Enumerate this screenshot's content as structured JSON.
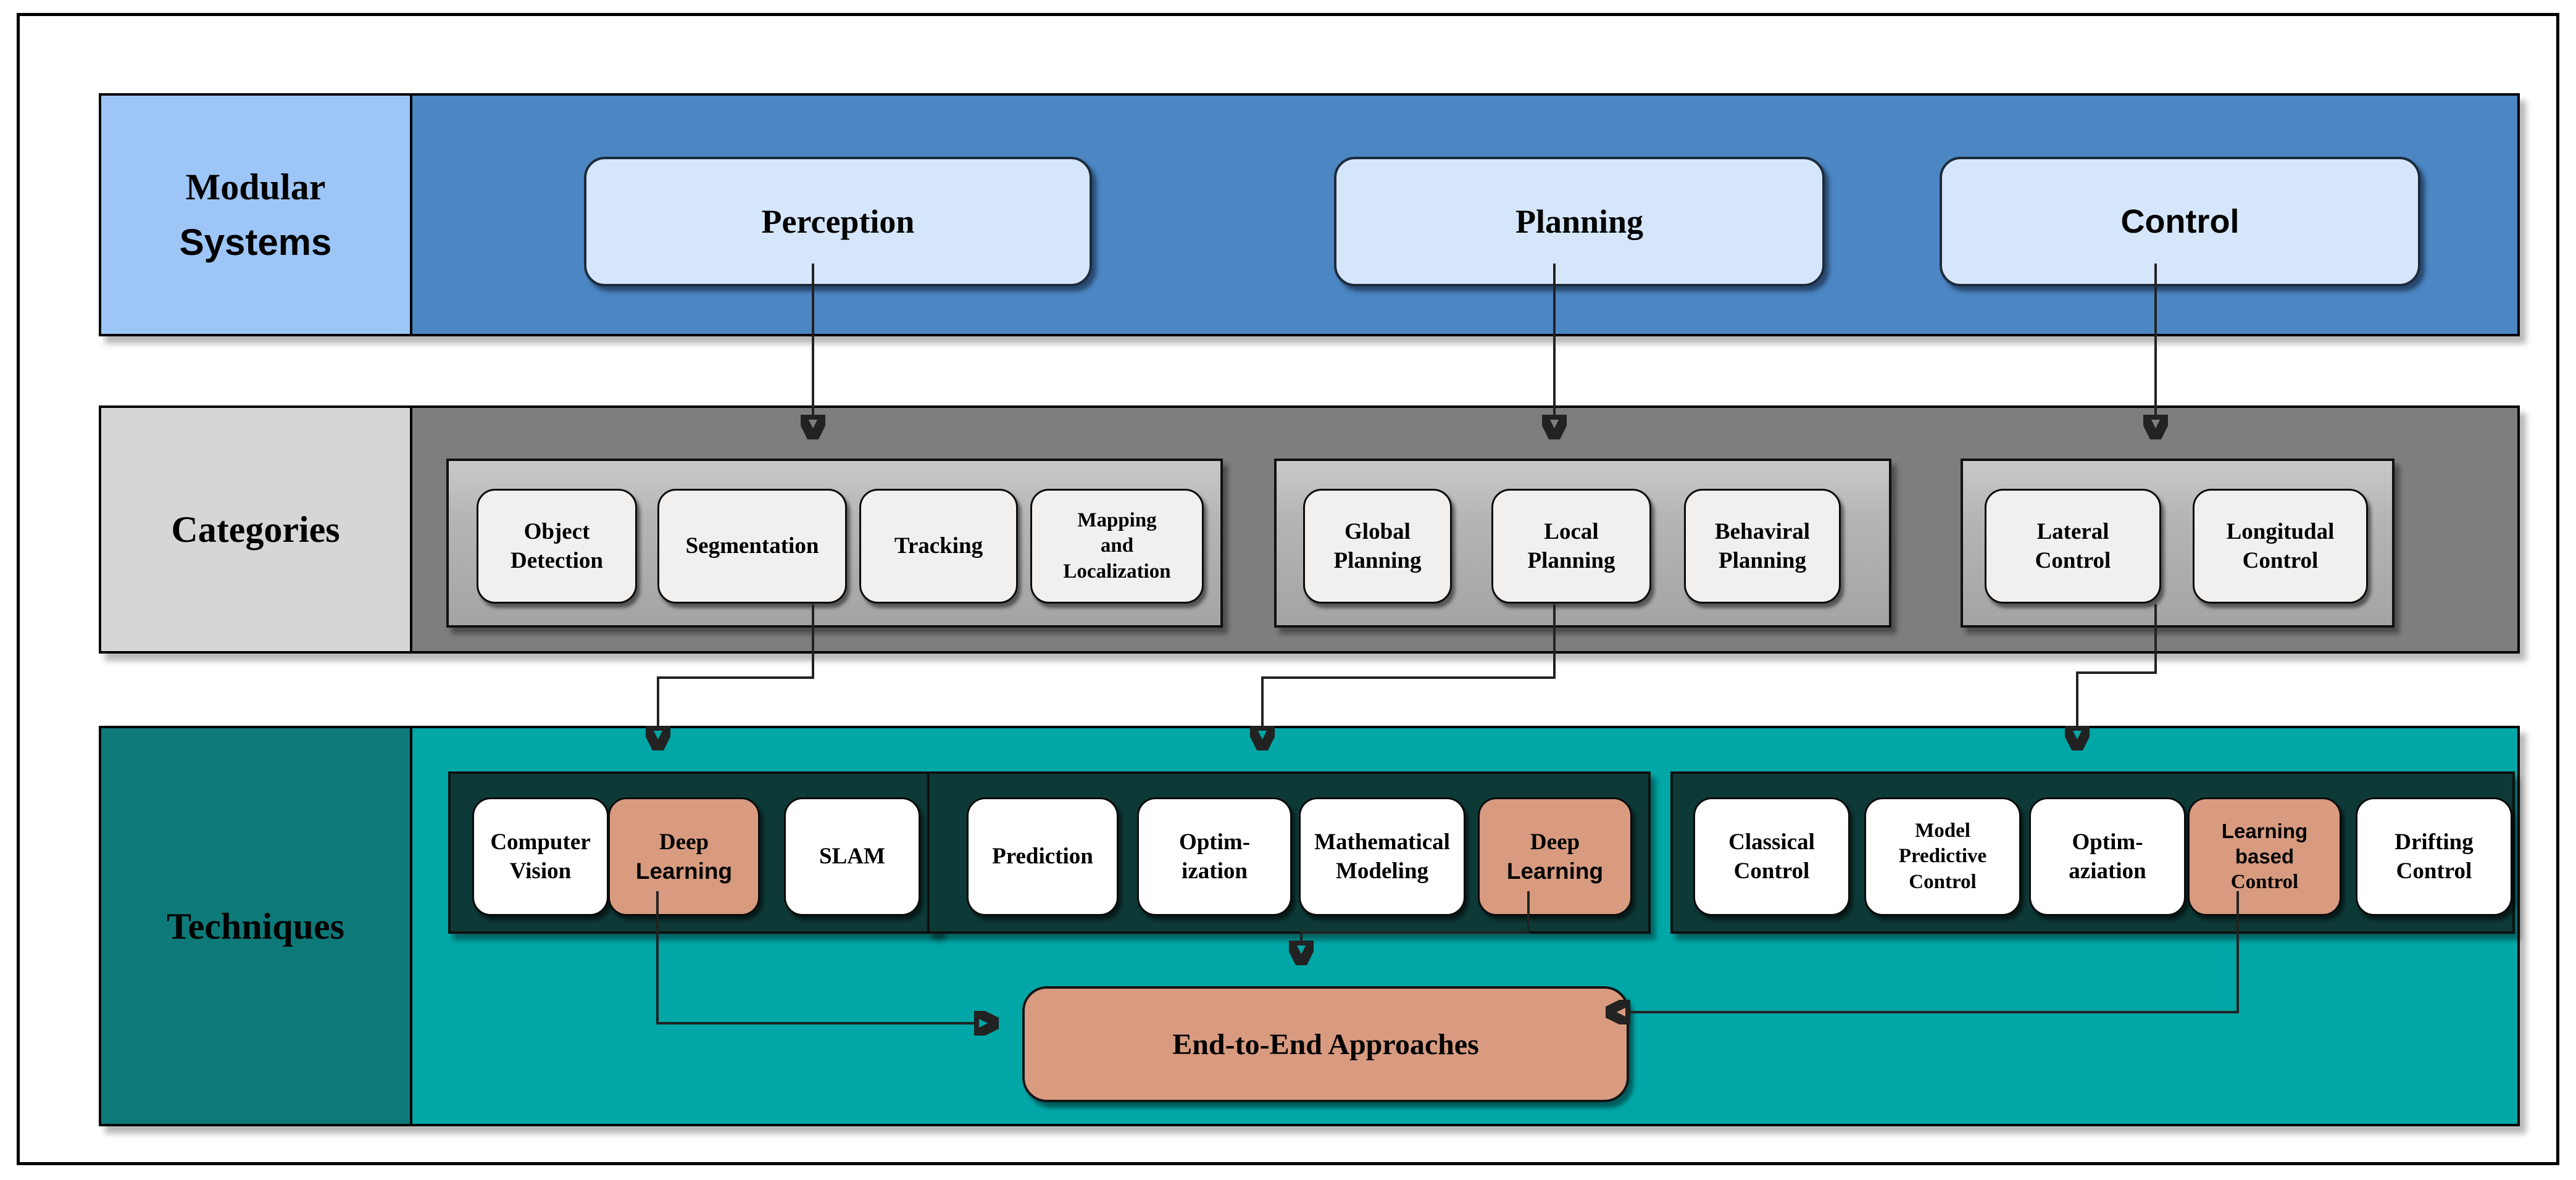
{
  "diagram": {
    "modular": {
      "label": {
        "line1": "Modular",
        "line2": "Systems"
      },
      "boxes": [
        "Perception",
        "Planning",
        "Control"
      ]
    },
    "categories": {
      "label": "Categories",
      "groups": [
        {
          "id": "perception",
          "boxes": [
            {
              "lines": [
                "Object",
                "Detection"
              ]
            },
            {
              "lines": [
                "Segmentation"
              ]
            },
            {
              "lines": [
                "Tracking"
              ]
            },
            {
              "lines": [
                "Mapping",
                "and",
                "Localization"
              ]
            }
          ]
        },
        {
          "id": "planning",
          "boxes": [
            {
              "lines": [
                "Global",
                "Planning"
              ]
            },
            {
              "lines": [
                "Local",
                "Planning"
              ]
            },
            {
              "lines": [
                "Behaviral",
                "Planning"
              ]
            }
          ]
        },
        {
          "id": "control",
          "boxes": [
            {
              "lines": [
                "Lateral",
                "Control"
              ]
            },
            {
              "lines": [
                "Longitudal",
                "Control"
              ]
            }
          ]
        }
      ]
    },
    "techniques": {
      "label": "Techniques",
      "groups": [
        {
          "id": "perception",
          "boxes": [
            {
              "lines": [
                "Computer",
                "Vision"
              ]
            },
            {
              "lines": [
                "Deep",
                "Learning"
              ],
              "highlight": true
            },
            {
              "lines": [
                "SLAM"
              ]
            }
          ]
        },
        {
          "id": "planning",
          "boxes": [
            {
              "lines": [
                "Prediction"
              ]
            },
            {
              "lines": [
                "Optim-",
                "ization"
              ]
            },
            {
              "lines": [
                "Mathematical",
                "Modeling"
              ]
            },
            {
              "lines": [
                "Deep",
                "Learning"
              ],
              "highlight": true
            }
          ]
        },
        {
          "id": "control",
          "boxes": [
            {
              "lines": [
                "Classical",
                "Control"
              ]
            },
            {
              "lines": [
                "Model",
                "Predictive",
                "Control"
              ]
            },
            {
              "lines": [
                "Optim-",
                "aziation"
              ]
            },
            {
              "lines": [
                "Learning",
                "based",
                "Control"
              ],
              "highlight": true
            },
            {
              "lines": [
                "Drifting",
                "Control"
              ]
            }
          ]
        }
      ]
    },
    "end_to_end": {
      "label": "End-to-End Approaches"
    },
    "colors": {
      "modular_row_bg": "#4c86c3",
      "modular_label_bg": "#9dc6f7",
      "modular_box_bg": "#d5e6fb",
      "categories_row_bg": "#7e7e7e",
      "categories_label_bg": "#d6d6d6",
      "categories_container_bg": "#b5b5b5",
      "categories_box_bg": "#f2f0ef",
      "techniques_row_bg": "#00a7a6",
      "techniques_label_bg": "#0d7a79",
      "techniques_container_bg": "#0d3a37",
      "techniques_box_bg": "#ffffff",
      "highlight_bg": "#d89b80"
    }
  }
}
